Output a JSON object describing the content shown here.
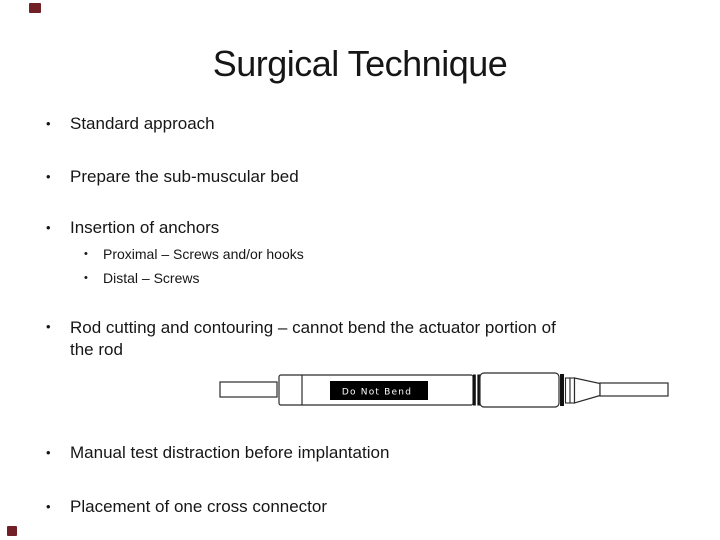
{
  "slide": {
    "title": "Surgical Technique",
    "bullet_glyph": "•",
    "bullets": [
      {
        "level": 1,
        "text": "Standard approach"
      },
      {
        "level": 1,
        "text": "Prepare the sub-muscular bed"
      },
      {
        "level": 1,
        "text": "Insertion of anchors"
      },
      {
        "level": 2,
        "text": "Proximal – Screws and/or hooks"
      },
      {
        "level": 2,
        "text": "Distal – Screws"
      },
      {
        "level": 1,
        "lines": [
          "Rod cutting and contouring – cannot bend the actuator portion of",
          "the rod"
        ]
      },
      {
        "level": 1,
        "text": "Manual test distraction before implantation"
      },
      {
        "level": 1,
        "text": "Placement of one cross connector"
      }
    ]
  },
  "diagram": {
    "name": "expandable rod technical drawing",
    "label": "Do Not Bend",
    "label_bg": "#000000",
    "label_fg": "#ffffff",
    "outline_color": "#2b2b2b"
  },
  "decorations": {
    "accent_color": "#722028"
  },
  "colors": {
    "background": "#ffffff",
    "text": "#161616"
  }
}
